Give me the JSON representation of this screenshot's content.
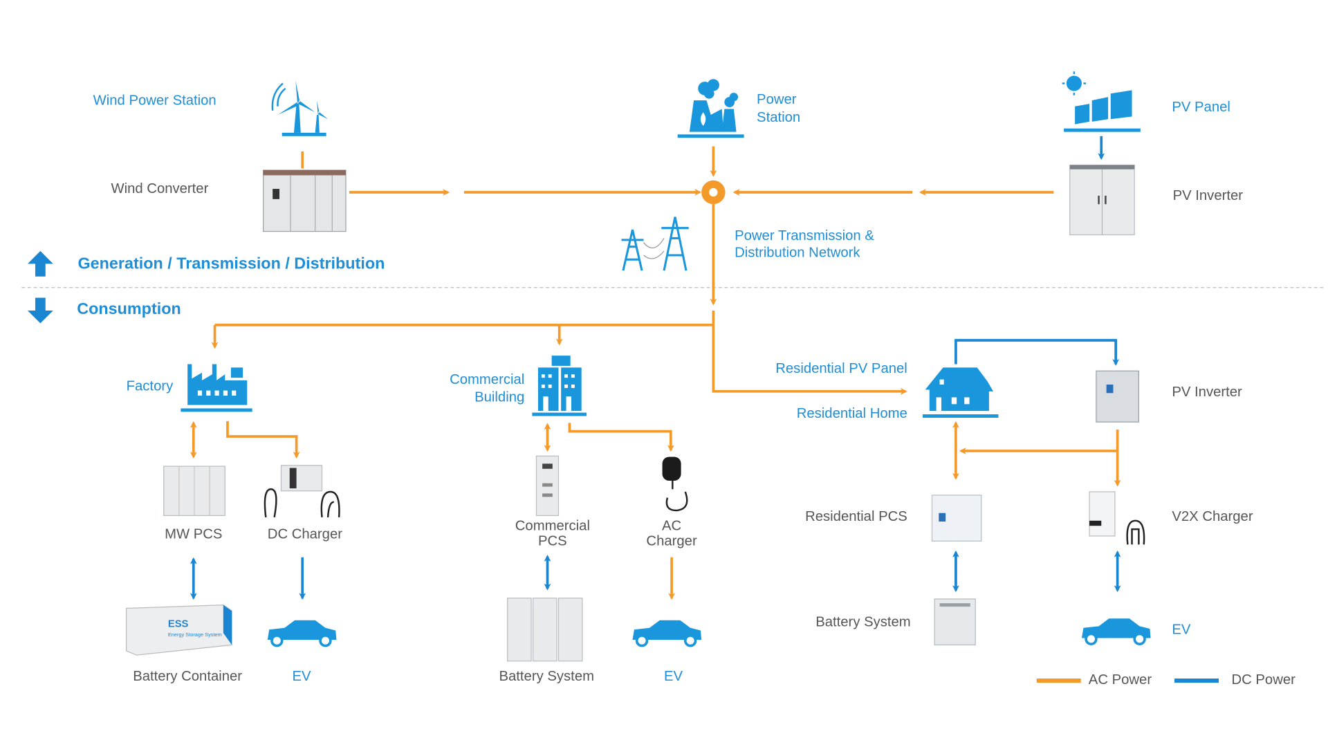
{
  "colors": {
    "ac_power": "#f39a2b",
    "dc_power": "#1a86d2",
    "label_blue": "#1e8ed6",
    "label_gray": "#555555"
  },
  "generation": {
    "section_label": "Generation / Transmission / Distribution",
    "wind_power_station": "Wind Power Station",
    "wind_converter": "Wind Converter",
    "power_station": [
      "Power",
      "Station"
    ],
    "pv_panel": "PV Panel",
    "pv_inverter": "PV Inverter",
    "network": [
      "Power Transmission &",
      "Distribution Network"
    ]
  },
  "consumption": {
    "section_label": "Consumption",
    "factory": {
      "label": "Factory",
      "mw_pcs": "MW PCS",
      "dc_charger": "DC Charger",
      "battery_container": "Battery Container",
      "ess_logo": "ESS Energy Storage System",
      "ev": "EV"
    },
    "commercial": {
      "label": [
        "Commercial",
        "Building"
      ],
      "pcs": [
        "Commercial",
        "PCS"
      ],
      "ac_charger": [
        "AC",
        "Charger"
      ],
      "battery_system": "Battery System",
      "ev": "EV"
    },
    "residential": {
      "pv_panel": "Residential PV Panel",
      "home": "Residential Home",
      "pv_inverter": "PV Inverter",
      "pcs": "Residential PCS",
      "v2x_charger": "V2X Charger",
      "battery_system": "Battery System",
      "ev": "EV"
    }
  },
  "legend": {
    "ac": "AC Power",
    "dc": "DC Power"
  }
}
